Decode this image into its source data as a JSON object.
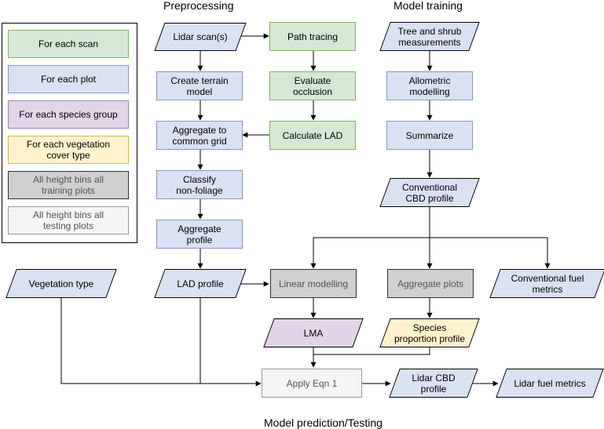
{
  "headers": {
    "preprocessing": "Preprocessing",
    "model_training": "Model training",
    "model_prediction": "Model prediction/Testing"
  },
  "legend": {
    "scan": "For each scan",
    "plot": "For each plot",
    "species": "For each species group",
    "veg": "For each vegetation cover type",
    "training": "All height bins all training plots",
    "testing": "All height bins all testing plots"
  },
  "nodes": {
    "lidar_scans": "Lidar scan(s)",
    "path_tracing": "Path tracing",
    "create_terrain": "Create terrain model",
    "evaluate_occlusion": "Evaluate occlusion",
    "aggregate_grid": "Aggregate to common grid",
    "calculate_lad": "Calculate LAD",
    "classify": "Classify non-foliage",
    "aggregate_profile": "Aggregate profile",
    "lad_profile": "LAD profile",
    "vegetation_type": "Vegetation type",
    "tree_shrub": "Tree and shrub measurements",
    "allometric": "Allometric modelling",
    "summarize": "Summarize",
    "conventional_cbd": "Conventional CBD profile",
    "linear_modelling": "Linear modelling",
    "aggregate_plots": "Aggregate plots",
    "conventional_fuel": "Conventional fuel metrics",
    "lma": "LMA",
    "species_profile": "Species proportion profile",
    "apply_eqn": "Apply Eqn 1",
    "lidar_cbd": "Lidar CBD profile",
    "lidar_fuel": "Lidar fuel metrics"
  },
  "colors": {
    "scan_fill": "#d5e8d4",
    "plot_fill": "#dae1f3",
    "species_fill": "#e1d5e7",
    "veg_fill": "#fff2cc",
    "training_fill": "#d0d0d0",
    "testing_fill": "#f5f5f5"
  }
}
